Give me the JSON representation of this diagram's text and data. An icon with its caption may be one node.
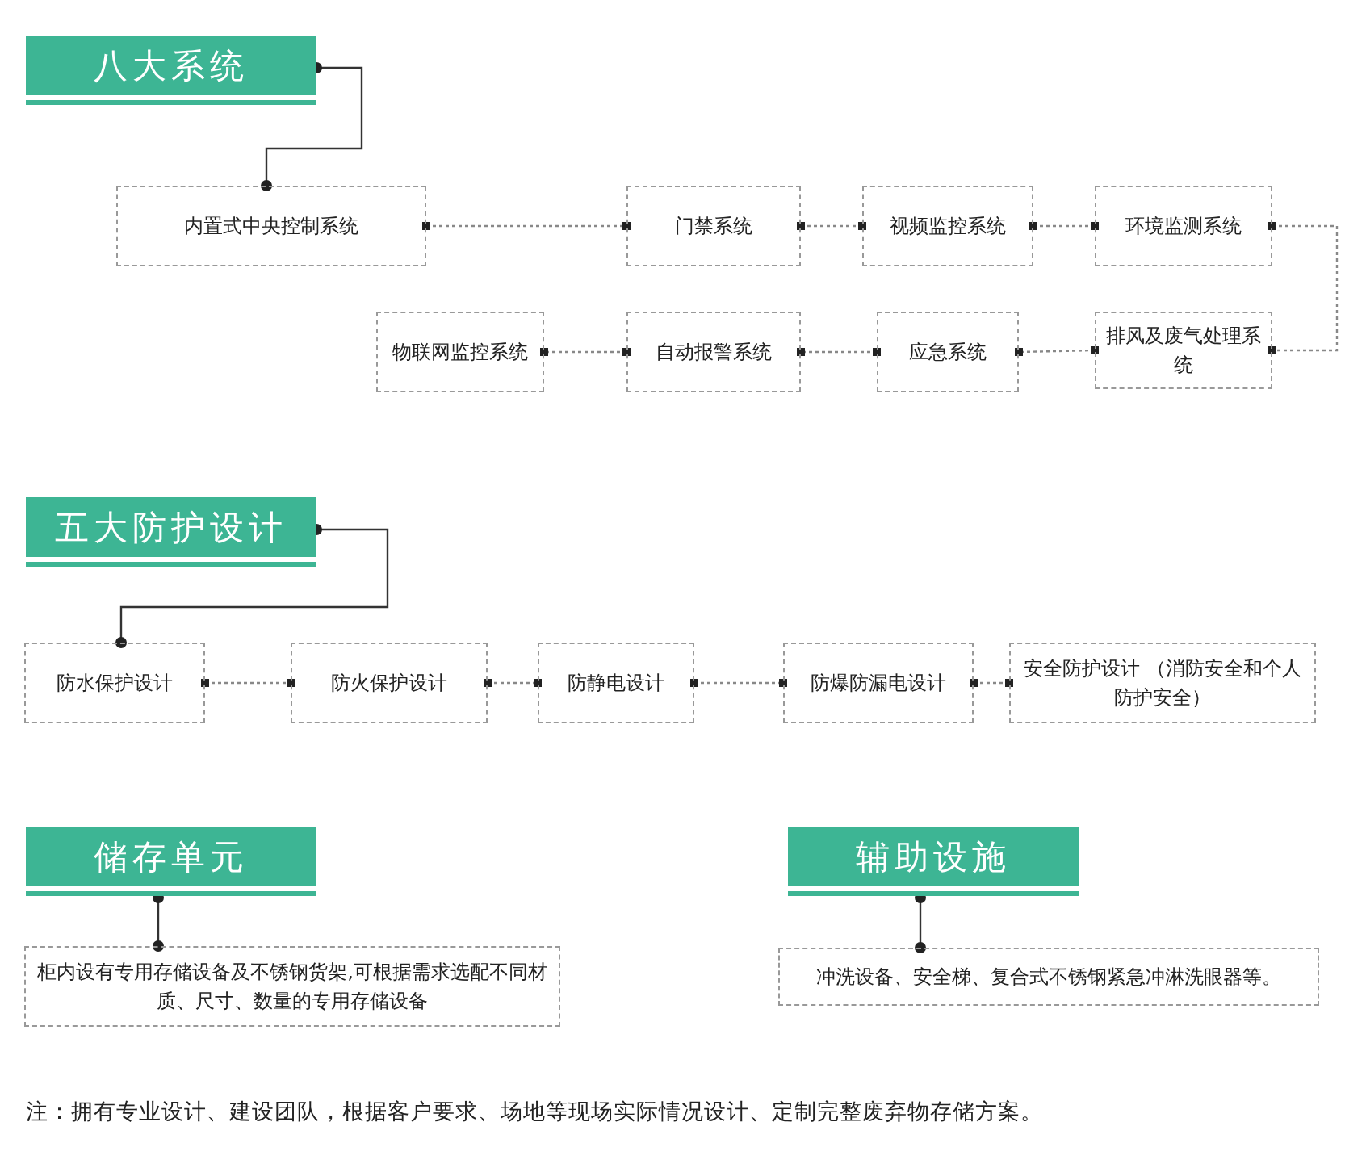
{
  "diagram": {
    "nodes": [
      {
        "text": [
          "八大系统"
        ]
      },
      {
        "text": [
          "内置式中央控制系统"
        ]
      },
      {
        "text": [
          "门禁系统"
        ]
      },
      {
        "text": [
          "视频监控系统"
        ]
      },
      {
        "text": [
          "环境监测系统"
        ]
      },
      {
        "text": [
          "排风及废气处理系统"
        ]
      },
      {
        "text": [
          "应急系统"
        ]
      },
      {
        "text": [
          "自动报警系统"
        ]
      },
      {
        "text": [
          "物联网监控系统"
        ]
      },
      {
        "text": [
          "五大防护设计"
        ]
      },
      {
        "text": [
          "防水保护设计"
        ]
      },
      {
        "text": [
          "防火保护设计"
        ]
      },
      {
        "text": [
          "防静电设计"
        ]
      },
      {
        "text": [
          "防爆防漏电设计"
        ]
      },
      {
        "text": [
          "安全防护设计 （消防安全和个人防护安全）"
        ]
      },
      {
        "text": [
          "储存单元"
        ]
      },
      {
        "text": [
          "柜内设有专用存储设备及不锈钢货架,可根据需求选配不同材质、尺寸、数量的专用存储设备"
        ]
      },
      {
        "text": [
          "辅助设施"
        ]
      },
      {
        "text": [
          "冲洗设备、安全梯、复合式不锈钢紧急冲淋洗眼器等。"
        ]
      }
    ],
    "edges": [
      {
        "from": 0,
        "to": 1,
        "arrow": "other"
      },
      {
        "from": 1,
        "to": 2,
        "arrow": "other",
        "style": "dashed"
      },
      {
        "from": 2,
        "to": 3,
        "arrow": "other",
        "style": "dashed"
      },
      {
        "from": 3,
        "to": 4,
        "arrow": "other",
        "style": "dashed"
      },
      {
        "from": 4,
        "to": 5,
        "arrow": "other",
        "style": "dashed"
      },
      {
        "from": 5,
        "to": 6,
        "arrow": "other",
        "style": "dashed"
      },
      {
        "from": 6,
        "to": 7,
        "arrow": "other",
        "style": "dashed"
      },
      {
        "from": 7,
        "to": 8,
        "arrow": "other",
        "style": "dashed"
      },
      {
        "from": 9,
        "to": 10,
        "arrow": "other"
      },
      {
        "from": 10,
        "to": 11,
        "arrow": "other",
        "style": "dashed"
      },
      {
        "from": 11,
        "to": 12,
        "arrow": "other",
        "style": "dashed"
      },
      {
        "from": 12,
        "to": 13,
        "arrow": "other",
        "style": "dashed"
      },
      {
        "from": 13,
        "to": 14,
        "arrow": "other",
        "style": "dashed"
      },
      {
        "from": 15,
        "to": 16,
        "arrow": "other"
      },
      {
        "from": 17,
        "to": 18,
        "arrow": "other"
      }
    ],
    "labels": [
      "注：拥有专业设计、建设团队，根据客户要求、场地等现场实际情况设计、定制完整废弃物存储方案。"
    ]
  }
}
